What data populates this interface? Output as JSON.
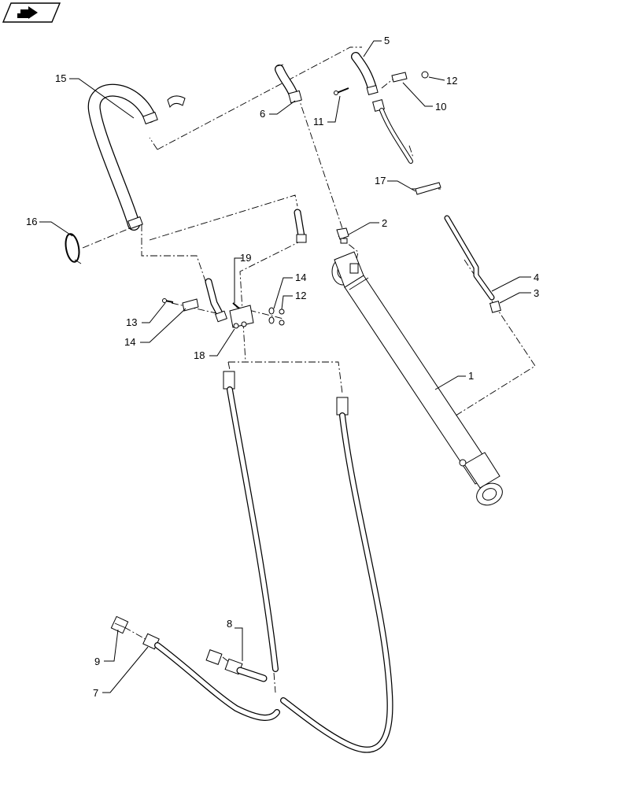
{
  "diagram": {
    "callouts": [
      {
        "id": "1",
        "text": "1"
      },
      {
        "id": "2",
        "text": "2"
      },
      {
        "id": "3",
        "text": "3"
      },
      {
        "id": "4",
        "text": "4"
      },
      {
        "id": "5",
        "text": "5"
      },
      {
        "id": "6",
        "text": "6"
      },
      {
        "id": "7",
        "text": "7"
      },
      {
        "id": "8",
        "text": "8"
      },
      {
        "id": "9",
        "text": "9"
      },
      {
        "id": "10",
        "text": "10"
      },
      {
        "id": "11",
        "text": "11"
      },
      {
        "id": "12a",
        "text": "12"
      },
      {
        "id": "12b",
        "text": "12"
      },
      {
        "id": "13",
        "text": "13"
      },
      {
        "id": "14a",
        "text": "14"
      },
      {
        "id": "14b",
        "text": "14"
      },
      {
        "id": "15",
        "text": "15"
      },
      {
        "id": "16",
        "text": "16"
      },
      {
        "id": "17",
        "text": "17"
      },
      {
        "id": "18",
        "text": "18"
      },
      {
        "id": "19",
        "text": "19"
      }
    ],
    "icons": {
      "nav": "next-page-arrow-icon"
    }
  }
}
